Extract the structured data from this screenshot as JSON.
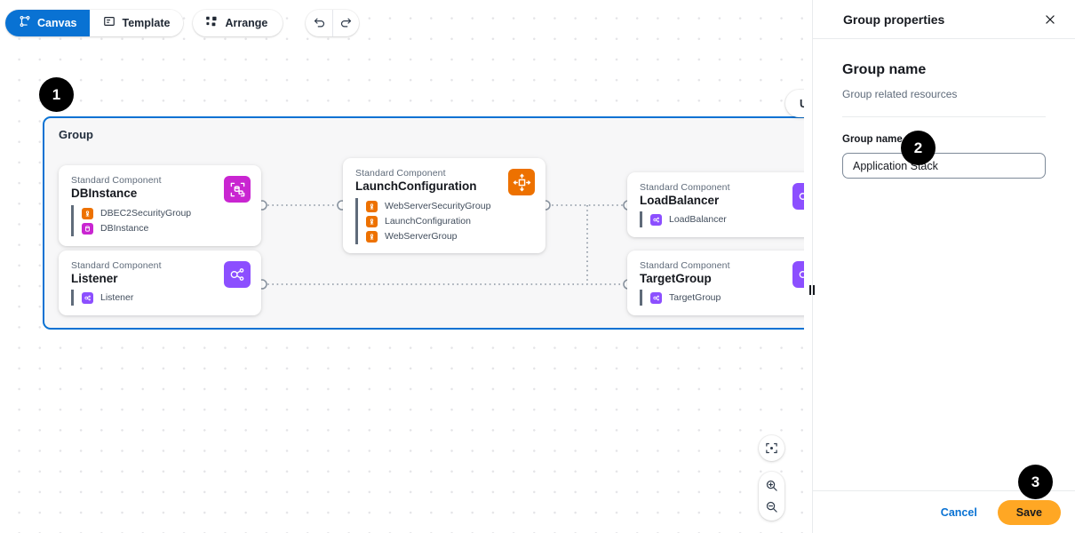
{
  "toolbar": {
    "canvas_label": "Canvas",
    "template_label": "Template",
    "arrange_label": "Arrange",
    "undo_icon": "undo-icon",
    "redo_icon": "redo-icon"
  },
  "canvas": {
    "ungroup_label": "Ungroup",
    "group_title": "Group",
    "fit_label": "fit-to-screen-icon",
    "zoom_in_label": "zoom-in-icon",
    "zoom_out_label": "zoom-out-icon",
    "cards": [
      {
        "kind": "Standard Component",
        "title": "DBInstance",
        "icon_color": "#c925d1",
        "resources": [
          {
            "name": "DBEC2SecurityGroup",
            "color": "#ed7100"
          },
          {
            "name": "DBInstance",
            "color": "#c925d1"
          }
        ]
      },
      {
        "kind": "Standard Component",
        "title": "Listener",
        "icon_color": "#8c4fff",
        "resources": [
          {
            "name": "Listener",
            "color": "#8c4fff"
          }
        ]
      },
      {
        "kind": "Standard Component",
        "title": "LaunchConfiguration",
        "icon_color": "#ed7100",
        "resources": [
          {
            "name": "WebServerSecurityGroup",
            "color": "#ed7100"
          },
          {
            "name": "LaunchConfiguration",
            "color": "#ed7100"
          },
          {
            "name": "WebServerGroup",
            "color": "#ed7100"
          }
        ]
      },
      {
        "kind": "Standard Component",
        "title": "LoadBalancer",
        "icon_color": "#8c4fff",
        "resources": [
          {
            "name": "LoadBalancer",
            "color": "#8c4fff"
          }
        ]
      },
      {
        "kind": "Standard Component",
        "title": "TargetGroup",
        "icon_color": "#8c4fff",
        "resources": [
          {
            "name": "TargetGroup",
            "color": "#8c4fff"
          }
        ]
      }
    ]
  },
  "panel": {
    "title": "Group properties",
    "close_icon": "close-icon",
    "section_title": "Group name",
    "section_desc": "Group related resources",
    "field_label": "Group name",
    "field_value": "Application Stack",
    "cancel_label": "Cancel",
    "save_label": "Save"
  },
  "steps": [
    {
      "number": "1"
    },
    {
      "number": "2"
    },
    {
      "number": "3"
    }
  ],
  "colors": {
    "accent_blue": "#0972d3",
    "save_orange": "#ffa724",
    "group_border": "#0972d3"
  }
}
